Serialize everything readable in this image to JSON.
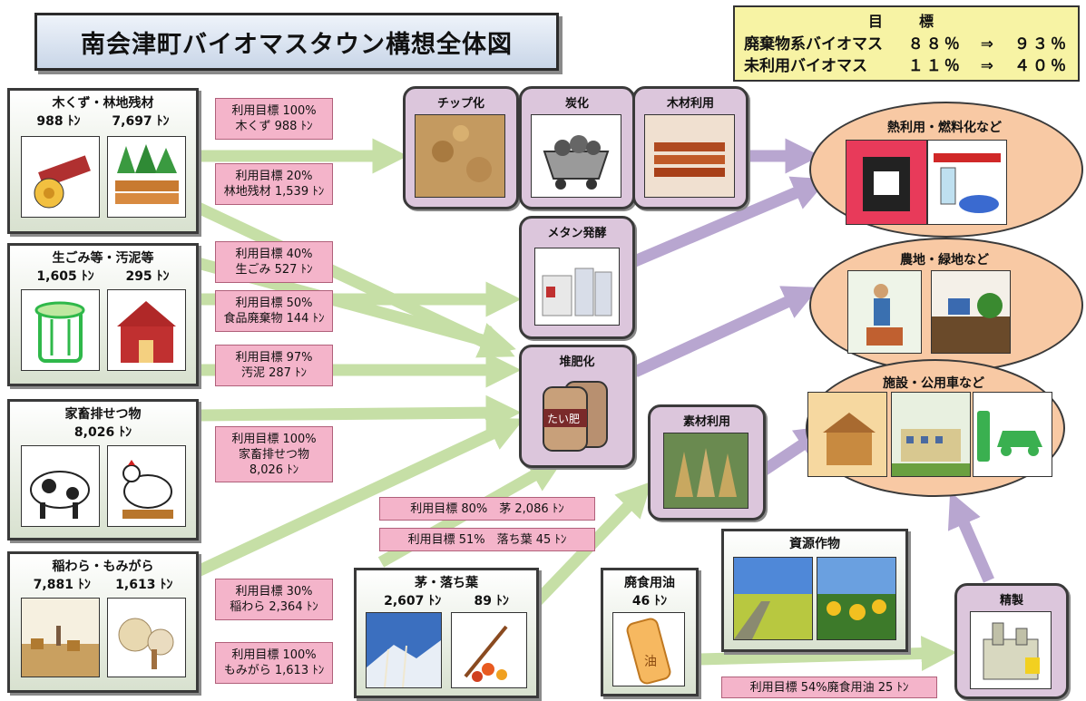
{
  "title": "南会津町バイオマスタウン構想全体図",
  "goals": {
    "heading": "目　標",
    "rows": [
      {
        "label": "廃棄物系バイオマス",
        "value": "８８％　⇒　９３％"
      },
      {
        "label": "未利用バイオマス",
        "value": "１１％　⇒　４０％"
      }
    ]
  },
  "sources": {
    "wood": {
      "title": "木くず・林地残材",
      "q1": "988 ﾄﾝ",
      "q2": "7,697 ﾄﾝ"
    },
    "food": {
      "title": "生ごみ等・汚泥等",
      "q1": "1,605 ﾄﾝ",
      "q2": "295 ﾄﾝ"
    },
    "livestock": {
      "title": "家畜排せつ物",
      "q1": "8,026 ﾄﾝ"
    },
    "straw": {
      "title": "稲わら・もみがら",
      "q1": "7,881 ﾄﾝ",
      "q2": "1,613 ﾄﾝ"
    },
    "reed": {
      "title": "茅・落ち葉",
      "q1": "2,607 ﾄﾝ",
      "q2": "89 ﾄﾝ"
    },
    "oil": {
      "title": "廃食用油",
      "q1": "46 ﾄﾝ"
    },
    "crop": {
      "title": "資源作物"
    }
  },
  "targets": {
    "t1": [
      "利用目標 100%",
      "木くず 988 ﾄﾝ"
    ],
    "t2": [
      "利用目標 20%",
      "林地残材 1,539 ﾄﾝ"
    ],
    "t3": [
      "利用目標 40%",
      "生ごみ 527 ﾄﾝ"
    ],
    "t4": [
      "利用目標 50%",
      "食品廃棄物 144 ﾄﾝ"
    ],
    "t5": [
      "利用目標 97%",
      "汚泥 287 ﾄﾝ"
    ],
    "t6": [
      "利用目標 100%",
      "家畜排せつ物",
      "8,026 ﾄﾝ"
    ],
    "t7": [
      "利用目標 80%　茅 2,086 ﾄﾝ"
    ],
    "t8": [
      "利用目標 51%　落ち葉 45 ﾄﾝ"
    ],
    "t9": [
      "利用目標 30%",
      "稲わら 2,364 ﾄﾝ"
    ],
    "t10": [
      "利用目標 100%",
      "もみがら 1,613 ﾄﾝ"
    ],
    "t11": [
      "利用目標 54%廃食用油 25 ﾄﾝ"
    ]
  },
  "processes": {
    "chip": "チップ化",
    "carbon": "炭化",
    "lumber": "木材利用",
    "methane": "メタン発酵",
    "compost": "堆肥化",
    "material": "素材利用",
    "refine": "精製"
  },
  "compost_bag_label": "たい肥",
  "oil_bottle_label": "油",
  "uses": {
    "heat": "熱利用・燃料化など",
    "farm": "農地・緑地など",
    "facility": "施設・公用車など"
  },
  "colors": {
    "green_arrow": "#c6dfa6",
    "purple_arrow": "#b8a6d0",
    "pink_label": "#f4b4ca",
    "process_fill": "#dcc6dc",
    "use_ellipse": "#f8c9a4",
    "goal_fill": "#f7f3a4"
  }
}
